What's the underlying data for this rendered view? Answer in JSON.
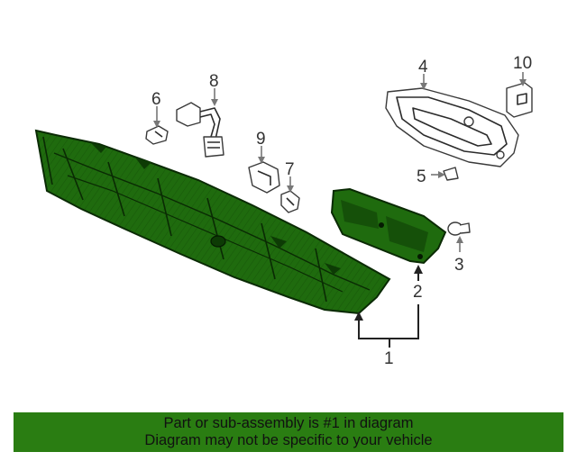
{
  "colors": {
    "highlight": "#1f6b0e",
    "highlight_dark": "#0d3b05",
    "banner": "#2a7d12",
    "callout_text": "#333333"
  },
  "callouts": {
    "c1": "1",
    "c2": "2",
    "c3": "3",
    "c4": "4",
    "c5": "5",
    "c6": "6",
    "c7": "7",
    "c8": "8",
    "c9": "9",
    "c10": "10"
  },
  "footer": {
    "line1": "Part or sub-assembly is #1 in diagram",
    "line2": "Diagram may not be specific to your vehicle"
  }
}
